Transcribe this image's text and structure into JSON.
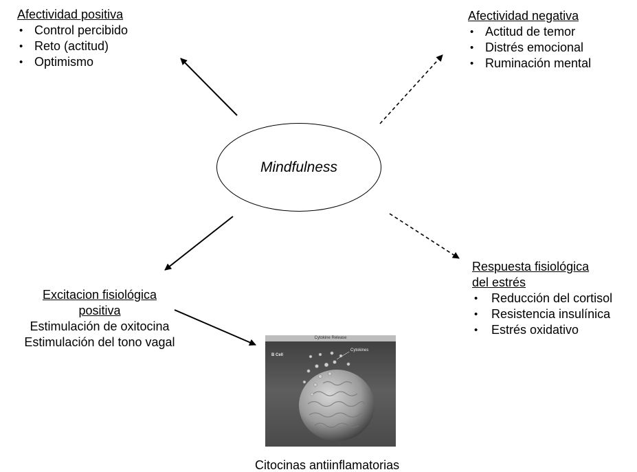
{
  "center": {
    "label": "Mindfulness"
  },
  "positive_affect": {
    "title": "Afectividad positiva",
    "items": [
      "Control percibido",
      "Reto (actitud)",
      "Optimismo"
    ]
  },
  "negative_affect": {
    "title": "Afectividad negativa",
    "items": [
      "Actitud de temor",
      "Distrés emocional",
      "Ruminación mental"
    ]
  },
  "physiological_stress": {
    "title_line1": "Respuesta fisiológica",
    "title_line2": "del estrés",
    "items": [
      "Reducción del cortisol",
      "Resistencia insulínica",
      "Estrés oxidativo"
    ]
  },
  "positive_arousal": {
    "title_line1": "Excitacion fisiológica",
    "title_line2": "positiva",
    "lines": [
      "Estimulación de oxitocina",
      "Estimulación del tono vagal"
    ]
  },
  "image": {
    "banner": "Cytokine Release",
    "cell_label": "B Cell",
    "cytokines_label": "Cytokines",
    "caption": "Citocinas antiinflamatorias"
  }
}
